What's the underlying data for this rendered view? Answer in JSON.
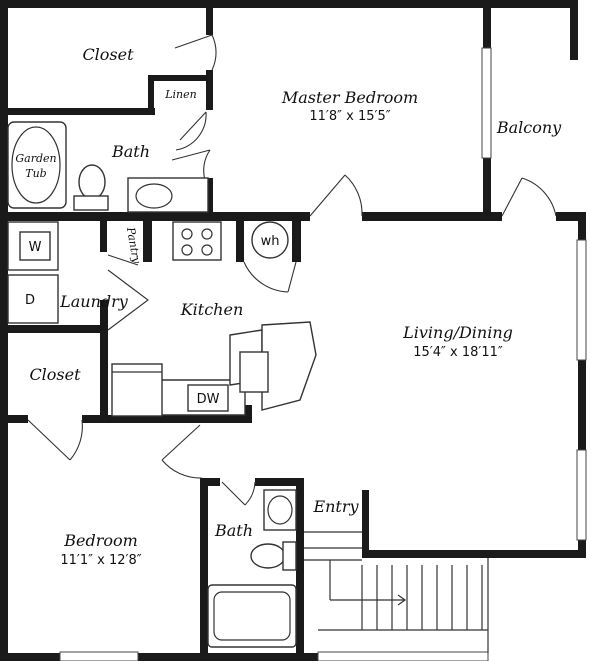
{
  "rooms": {
    "closet_top": "Closet",
    "linen": "Linen",
    "master_bedroom": {
      "name": "Master Bedroom",
      "dims": "11′8″ x 15′5″"
    },
    "balcony": "Balcony",
    "garden_tub": {
      "line1": "Garden",
      "line2": "Tub"
    },
    "bath_master": "Bath",
    "pantry": "Pantry",
    "laundry": "Laundry",
    "kitchen": "Kitchen",
    "living_dining": {
      "name": "Living/Dining",
      "dims": "15′4″ x 18′11″"
    },
    "closet_left": "Closet",
    "bedroom": {
      "name": "Bedroom",
      "dims": "11′1″ x 12′8″"
    },
    "bath_second": "Bath",
    "entry": "Entry"
  },
  "appliances": {
    "washer": "W",
    "dryer": "D",
    "water_heater": "wh",
    "dishwasher": "DW"
  }
}
